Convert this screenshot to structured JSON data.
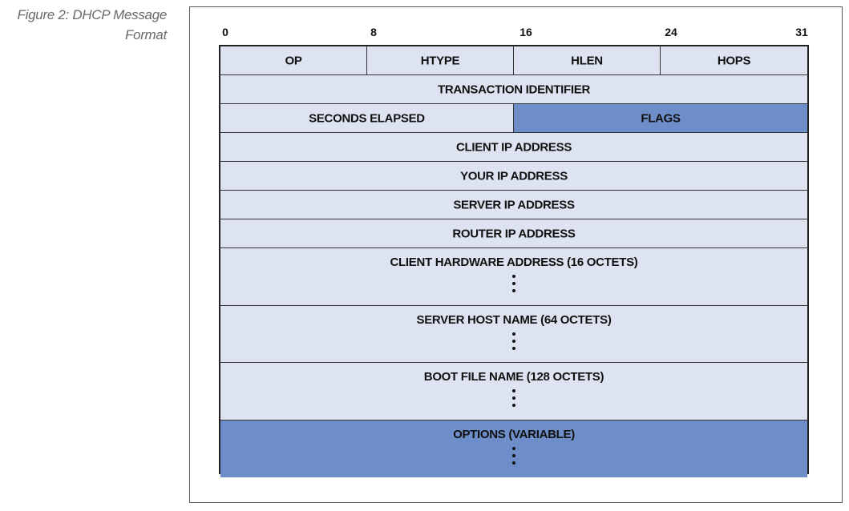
{
  "caption": {
    "line1": "Figure 2: DHCP Message",
    "line2": "Format"
  },
  "bit_labels": [
    "0",
    "8",
    "16",
    "24",
    "31"
  ],
  "rows": [
    {
      "cells": [
        {
          "label": "OP",
          "span": 8,
          "dark": false
        },
        {
          "label": "HTYPE",
          "span": 8,
          "dark": false
        },
        {
          "label": "HLEN",
          "span": 8,
          "dark": false
        },
        {
          "label": "HOPS",
          "span": 8,
          "dark": false
        }
      ]
    },
    {
      "cells": [
        {
          "label": "TRANSACTION IDENTIFIER",
          "span": 32,
          "dark": false
        }
      ]
    },
    {
      "cells": [
        {
          "label": "SECONDS ELAPSED",
          "span": 16,
          "dark": false
        },
        {
          "label": "FLAGS",
          "span": 16,
          "dark": true
        }
      ]
    },
    {
      "cells": [
        {
          "label": "CLIENT IP ADDRESS",
          "span": 32,
          "dark": false
        }
      ]
    },
    {
      "cells": [
        {
          "label": "YOUR IP ADDRESS",
          "span": 32,
          "dark": false
        }
      ]
    },
    {
      "cells": [
        {
          "label": "SERVER IP ADDRESS",
          "span": 32,
          "dark": false
        }
      ]
    },
    {
      "cells": [
        {
          "label": "ROUTER IP ADDRESS",
          "span": 32,
          "dark": false
        }
      ]
    },
    {
      "tall": true,
      "cells": [
        {
          "label": "CLIENT HARDWARE ADDRESS (16 OCTETS)",
          "span": 32,
          "dark": false
        }
      ]
    },
    {
      "tall": true,
      "cells": [
        {
          "label": "SERVER HOST NAME (64 OCTETS)",
          "span": 32,
          "dark": false
        }
      ]
    },
    {
      "tall": true,
      "cells": [
        {
          "label": "BOOT FILE NAME (128 OCTETS)",
          "span": 32,
          "dark": false
        }
      ]
    },
    {
      "tall": true,
      "cells": [
        {
          "label": "OPTIONS (VARIABLE)",
          "span": 32,
          "dark": true
        }
      ]
    }
  ],
  "colors": {
    "light_field": "#dde3f0",
    "highlight_field": "#6d8ec8",
    "caption_text": "#6a6a6a"
  }
}
